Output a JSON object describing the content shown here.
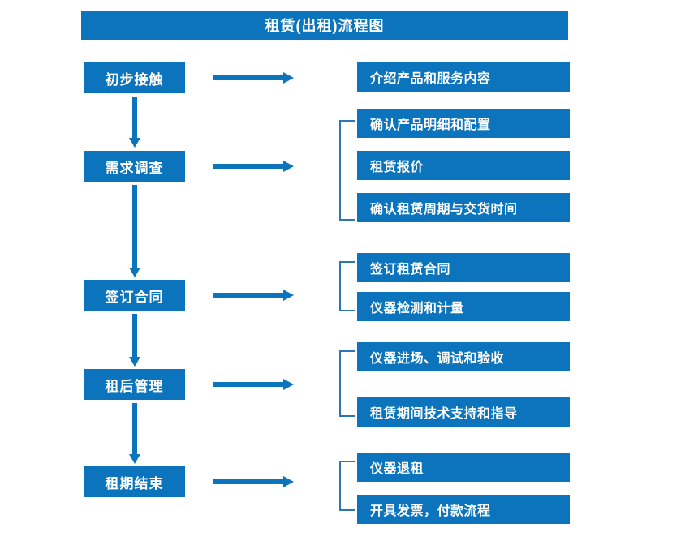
{
  "diagram": {
    "title": "租赁(出租)流程图",
    "accent_color": "#0C74BC",
    "bracket_color": "#2E75B6",
    "background_color": "#FFFFFF",
    "stages": [
      {
        "label": "初步接触"
      },
      {
        "label": "需求调查"
      },
      {
        "label": "签订合同"
      },
      {
        "label": "租后管理"
      },
      {
        "label": "租期结束"
      }
    ],
    "details": [
      {
        "label": "介绍产品和服务内容"
      },
      {
        "label": "确认产品明细和配置"
      },
      {
        "label": "租赁报价"
      },
      {
        "label": "确认租赁周期与交货时间"
      },
      {
        "label": "签订租赁合同"
      },
      {
        "label": "仪器检测和计量"
      },
      {
        "label": "仪器进场、调试和验收"
      },
      {
        "label": "租赁期间技术支持和指导"
      },
      {
        "label": "仪器退租"
      },
      {
        "label": "开具发票，付款流程"
      }
    ],
    "arrows": {
      "horizontal_count": 5,
      "vertical_count": 4,
      "direction_horizontal": "right",
      "direction_vertical": "down"
    },
    "brackets": [
      {
        "group": "需求调查",
        "box_count": 3
      },
      {
        "group": "签订合同",
        "box_count": 2
      },
      {
        "group": "租后管理",
        "box_count": 2
      },
      {
        "group": "租期结束",
        "box_count": 2
      }
    ]
  }
}
